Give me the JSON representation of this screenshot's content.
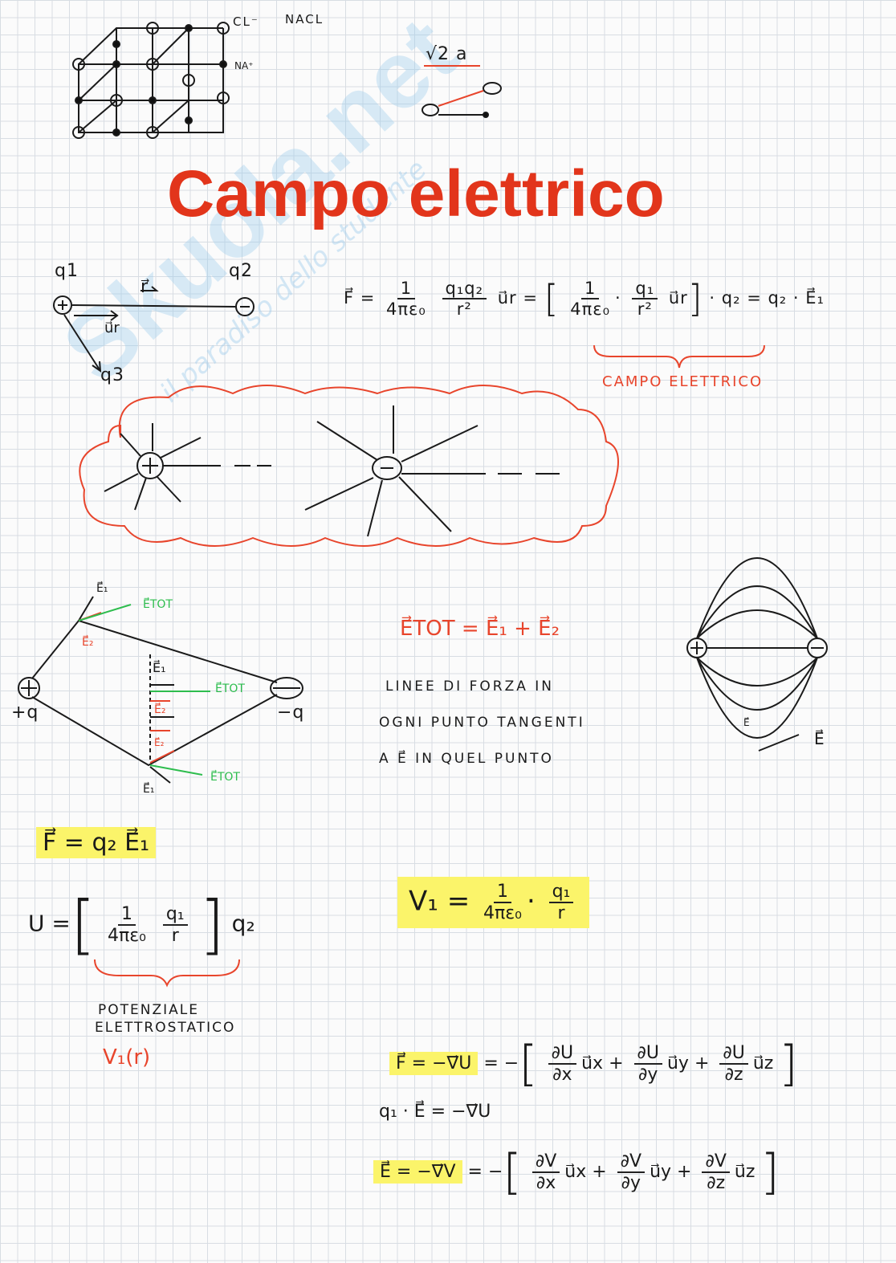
{
  "watermark": {
    "logo": "Skuola.net",
    "tagline": "il paradiso dello studente"
  },
  "crystal": {
    "cl_label": "CL⁻",
    "title": "NACL",
    "na_label": "NA⁺",
    "distance": "√2 a"
  },
  "title": "Campo elettrico",
  "coulomb": {
    "q1": "q1",
    "q2": "q2",
    "q3": "q3",
    "r": "r⃗",
    "ur": "u⃗r",
    "f": "F⃗ =",
    "one": "1",
    "den": "4πε₀",
    "num2": "q₁q₂",
    "den2": "r²",
    "ur2": "u⃗r =",
    "num3": "q₁",
    "den3": "r²",
    "ur3": "u⃗r",
    "tail": "· q₂ = q₂ · E⃗₁",
    "label": "CAMPO ELETTRICO"
  },
  "dipole": {
    "e1": "E⃗₁",
    "e2": "E⃗₂",
    "etot": "E⃗TOT",
    "plus": "+q",
    "minus": "−q"
  },
  "sum": {
    "formula": "E⃗TOT = E⃗₁ + E⃗₂",
    "line1": "LINEE DI FORZA IN",
    "line2": "OGNI PUNTO TANGENTI",
    "line3": "A E⃗ IN QUEL PUNTO"
  },
  "field_lines": {
    "e_small": "E⃗",
    "e_big": "E⃗"
  },
  "force": {
    "formula": "F⃗ = q₂ E⃗₁"
  },
  "potential_energy": {
    "u": "U =",
    "one": "1",
    "den": "4πε₀",
    "num": "q₁",
    "den2": "r",
    "q2": "q₂",
    "label1": "POTENZIALE",
    "label2": "ELETTROSTATICO",
    "v": "V₁(r)"
  },
  "potential": {
    "v": "V₁ =",
    "one": "1",
    "den": "4πε₀",
    "num": "q₁",
    "den2": "r"
  },
  "gradients": {
    "f_lhs": "F⃗ = −∇⃗U",
    "f_rhs": "= −",
    "du": "∂U",
    "dx": "∂x",
    "dy": "∂y",
    "dz": "∂z",
    "ux": "u⃗x +",
    "uy": "u⃗y +",
    "uz": "u⃗z",
    "mid": "q₁ · E⃗ = −∇⃗U",
    "e_lhs": "E⃗ = −∇⃗V",
    "e_rhs": "= −",
    "dv": "∂V"
  }
}
